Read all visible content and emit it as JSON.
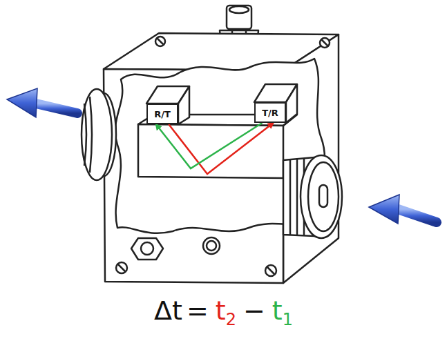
{
  "diagram": {
    "nodes": [
      {
        "text": [
          "R/T"
        ]
      },
      {
        "text": [
          "T/R"
        ]
      }
    ],
    "edges": [
      {
        "from": 0,
        "to": 1,
        "arrow": "to"
      },
      {
        "from": 1,
        "to": 0,
        "arrow": "to"
      }
    ],
    "labels": [
      "Δt",
      "=",
      "t",
      "2",
      "−",
      "t",
      "1"
    ]
  }
}
